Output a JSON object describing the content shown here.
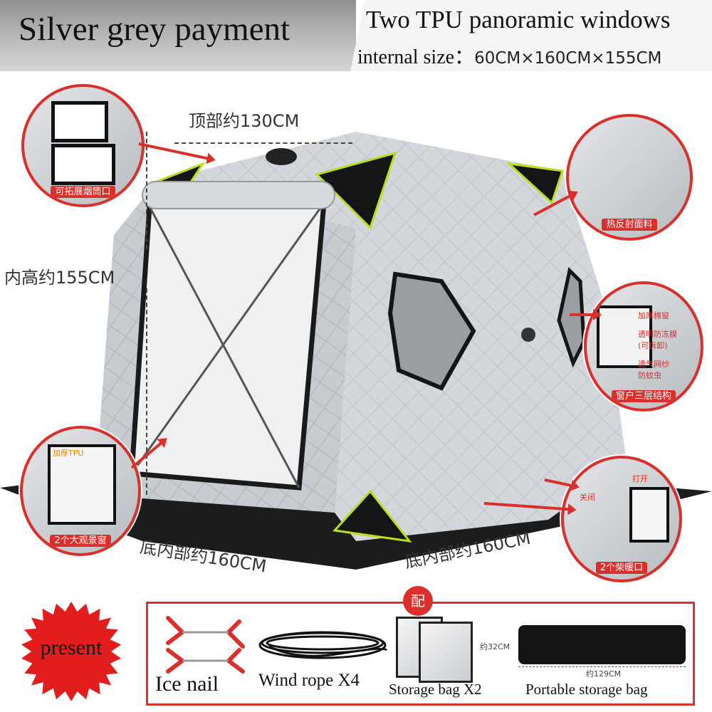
{
  "banner": {
    "left_title": "Silver grey payment",
    "right_line1": "Two TPU panoramic windows",
    "right_line2_prefix": "internal size：",
    "right_line2_value": "60CM×160CM×155CM"
  },
  "dimensions": {
    "top": "顶部约130CM",
    "height": "内高约155CM",
    "bottom_left": "底内部约160CM",
    "bottom_right": "底内部约160CM"
  },
  "callouts": {
    "chimney": "可拓展烟筒口",
    "fabric": "热反射面料",
    "window_layers": "窗户三层结构",
    "window_layer_tags": [
      "加厚棉窗",
      "透明防冻膜",
      "(可拆卸)",
      "透气网纱",
      "防蚊虫"
    ],
    "panorama": "2个大观景窗",
    "panorama_tag": "加厚TPU",
    "heater": "2个柴暖口",
    "heater_tags": [
      "打开",
      "关闭"
    ]
  },
  "accessories": {
    "badge": "配",
    "present": "present",
    "items": [
      "Ice nail",
      "Wind rope X4",
      "Storage bag X2",
      "Portable storage bag"
    ],
    "bag_height": "约32CM",
    "bag_length": "约129CM"
  },
  "colors": {
    "accent_red": "#d9302c",
    "tent_silver": "#c4c9ce",
    "trim_green": "#b6e01c"
  }
}
